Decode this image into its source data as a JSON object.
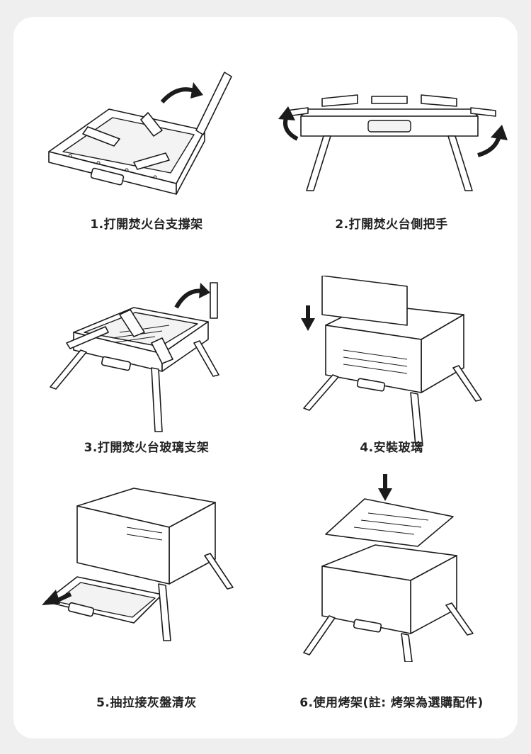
{
  "steps": [
    {
      "caption": "1.打開焚火台支撐架",
      "arrow": "curved-right"
    },
    {
      "caption": "2.打開焚火台側把手",
      "arrow": "curved-both"
    },
    {
      "caption": "3.打開焚火台玻璃支架",
      "arrow": "curved-right"
    },
    {
      "caption": "4.安裝玻璃",
      "arrow": "down"
    },
    {
      "caption": "5.抽拉接灰盤清灰",
      "arrow": "left"
    },
    {
      "caption": "6.使用烤架(註: 烤架為選購配件)",
      "arrow": "down"
    }
  ],
  "colors": {
    "background": "#efefef",
    "card": "#ffffff",
    "line": "#1b1b1b"
  }
}
